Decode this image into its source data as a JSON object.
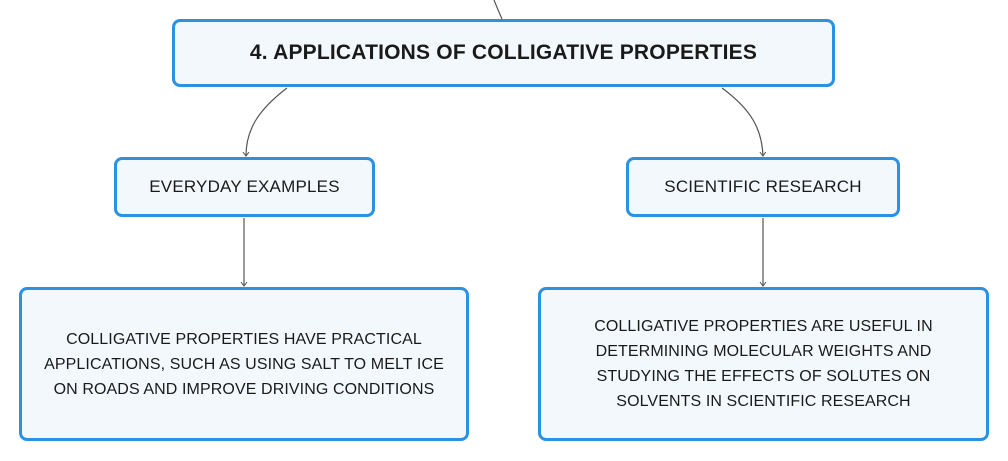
{
  "root": {
    "label": "4. APPLICATIONS OF COLLIGATIVE PROPERTIES"
  },
  "branches": [
    {
      "label": "EVERYDAY EXAMPLES",
      "detail": "COLLIGATIVE PROPERTIES HAVE PRACTICAL APPLICATIONS, SUCH AS USING SALT TO MELT ICE ON ROADS AND IMPROVE DRIVING CONDITIONS"
    },
    {
      "label": "SCIENTIFIC RESEARCH",
      "detail": "COLLIGATIVE PROPERTIES ARE USEFUL IN DETERMINING MOLECULAR WEIGHTS AND STUDYING THE EFFECTS OF SOLUTES ON SOLVENTS IN SCIENTIFIC RESEARCH"
    }
  ],
  "colors": {
    "node_border": "#2a92e0",
    "node_fill": "#f3f8fc",
    "connector": "#555555"
  }
}
